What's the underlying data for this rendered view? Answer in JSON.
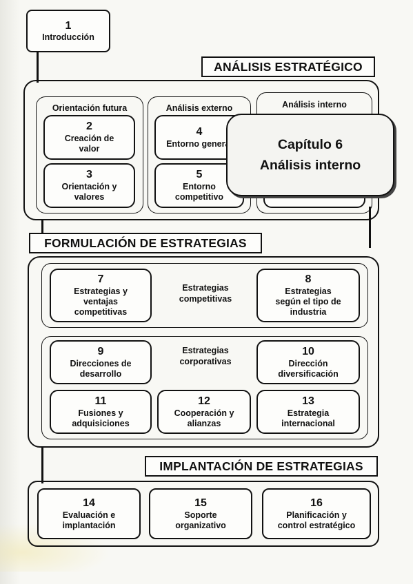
{
  "intro": {
    "number": "1",
    "label": "Introducción"
  },
  "analisis": {
    "header": "ANÁLISIS ESTRATÉGICO",
    "columns": [
      {
        "title": "Orientación futura",
        "boxes": [
          {
            "number": "2",
            "label": "Creación de\nvalor"
          },
          {
            "number": "3",
            "label": "Orientación y\nvalores"
          }
        ]
      },
      {
        "title": "Análisis externo",
        "boxes": [
          {
            "number": "4",
            "label": "Entorno general"
          },
          {
            "number": "5",
            "label": "Entorno\ncompetitivo"
          }
        ]
      },
      {
        "title": "Análisis interno"
      }
    ],
    "callout": {
      "line1": "Capítulo 6",
      "line2": "Análisis interno"
    }
  },
  "formulacion": {
    "header": "FORMULACIÓN DE ESTRATEGIAS",
    "competitive": {
      "center_label": "Estrategias\ncompetitivas",
      "left": {
        "number": "7",
        "label": "Estrategias y\nventajas\ncompetitivas"
      },
      "right": {
        "number": "8",
        "label": "Estrategias\nsegún el tipo de\nindustria"
      }
    },
    "corporate": {
      "center_label": "Estrategias\ncorporativas",
      "box9": {
        "number": "9",
        "label": "Direcciones de\ndesarrollo"
      },
      "box10": {
        "number": "10",
        "label": "Dirección\ndiversificación"
      },
      "box11": {
        "number": "11",
        "label": "Fusiones y\nadquisiciones"
      },
      "box12": {
        "number": "12",
        "label": "Cooperación y\nalianzas"
      },
      "box13": {
        "number": "13",
        "label": "Estrategia\ninternacional"
      }
    }
  },
  "implantacion": {
    "header": "IMPLANTACIÓN DE ESTRATEGIAS",
    "boxes": [
      {
        "number": "14",
        "label": "Evaluación e\nimplantación"
      },
      {
        "number": "15",
        "label": "Soporte\norganizativo"
      },
      {
        "number": "16",
        "label": "Planificación y\ncontrol estratégico"
      }
    ]
  }
}
